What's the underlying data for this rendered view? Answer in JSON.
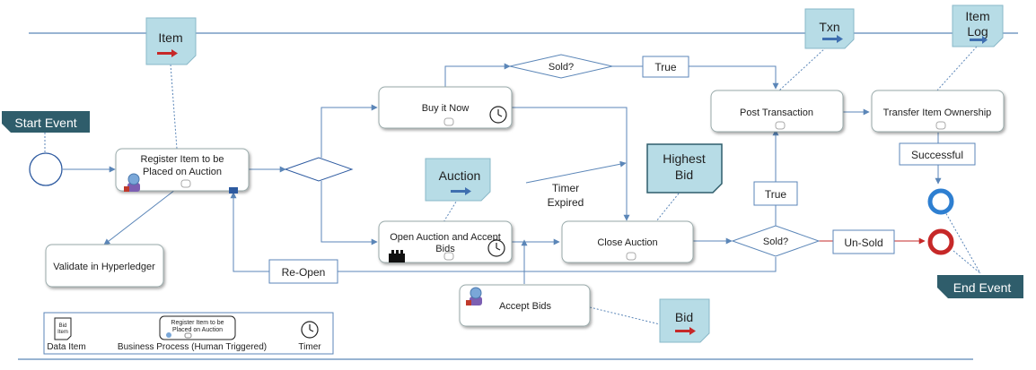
{
  "events": {
    "start_label": "Start Event",
    "end_label": "End Event"
  },
  "tasks": {
    "register": [
      "Register Item to be",
      "Placed on Auction"
    ],
    "validate": "Validate in Hyperledger",
    "buy_it_now": "Buy it Now",
    "open_auction": [
      "Open Auction and Accept",
      "Bids"
    ],
    "close_auction": "Close Auction",
    "accept_bids": "Accept Bids",
    "post_transaction": "Post Transaction",
    "transfer_ownership": "Transfer Item Ownership"
  },
  "gateways": {
    "sold_top": "Sold?",
    "sold_bottom": "Sold?"
  },
  "data_items": {
    "item": "Item",
    "auction": "Auction",
    "highest_bid": [
      "Highest",
      "Bid"
    ],
    "bid": "Bid",
    "txn": "Txn",
    "item_log": [
      "Item",
      "Log"
    ]
  },
  "edge_labels": {
    "true_top": "True",
    "true_mid": "True",
    "successful": "Successful",
    "un_sold": "Un-Sold",
    "re_open": "Re-Open",
    "timer_expired": [
      "Timer",
      "Expired"
    ]
  },
  "legend": {
    "data_item": "Data Item",
    "data_item_icon_text": [
      "Bid",
      "Item"
    ],
    "business_process": "Business Process (Human Triggered)",
    "bp_icon_text": [
      "Register Item to be",
      "Placed on Auction"
    ],
    "timer": "Timer"
  },
  "colors": {
    "lane_line": "#5b86b8",
    "edge": "#5b86b8",
    "data_fill": "#b7dce6",
    "data_stroke": "#8ab8c8",
    "event_banner": "#2f5d6b",
    "end_ok": "#2e7fd1",
    "end_fail": "#c62828",
    "arrow_red": "#c62828",
    "arrow_blue": "#3f6fb0"
  }
}
